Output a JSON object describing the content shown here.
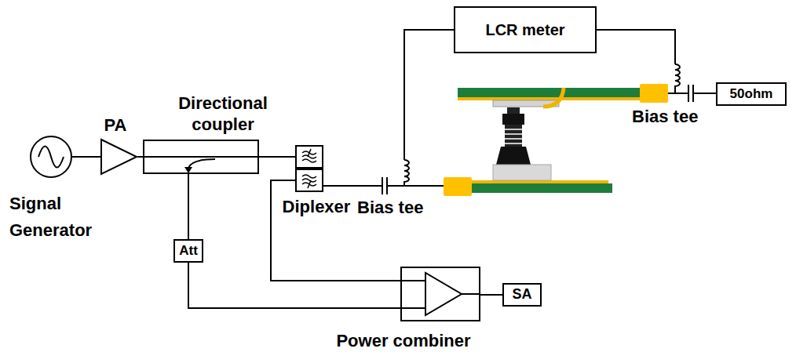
{
  "diagram": {
    "nodes": [
      {
        "text": [
          "LCR meter"
        ]
      },
      {
        "text": [
          "Directional coupler"
        ]
      },
      {
        "text": [
          "50ohm"
        ]
      },
      {
        "text": [
          "Signal Generator"
        ]
      },
      {
        "text": [
          "PA"
        ]
      },
      {
        "text": [
          "Diplexer"
        ]
      },
      {
        "text": [
          "Att"
        ]
      },
      {
        "text": [
          "Power combiner"
        ]
      },
      {
        "text": [
          "SA"
        ]
      }
    ],
    "edges": [
      {
        "from": 3,
        "to": 4,
        "arrow": "none"
      },
      {
        "from": 4,
        "to": 1,
        "arrow": "none"
      },
      {
        "from": 1,
        "to": 5,
        "arrow": "none"
      },
      {
        "from": 1,
        "to": 6,
        "arrow": "none"
      },
      {
        "from": 6,
        "to": 7,
        "arrow": "none"
      },
      {
        "from": 5,
        "to": 7,
        "arrow": "none"
      },
      {
        "from": 7,
        "to": 8,
        "arrow": "none"
      }
    ],
    "labels": [
      "Bias tee",
      "Bias tee"
    ]
  }
}
